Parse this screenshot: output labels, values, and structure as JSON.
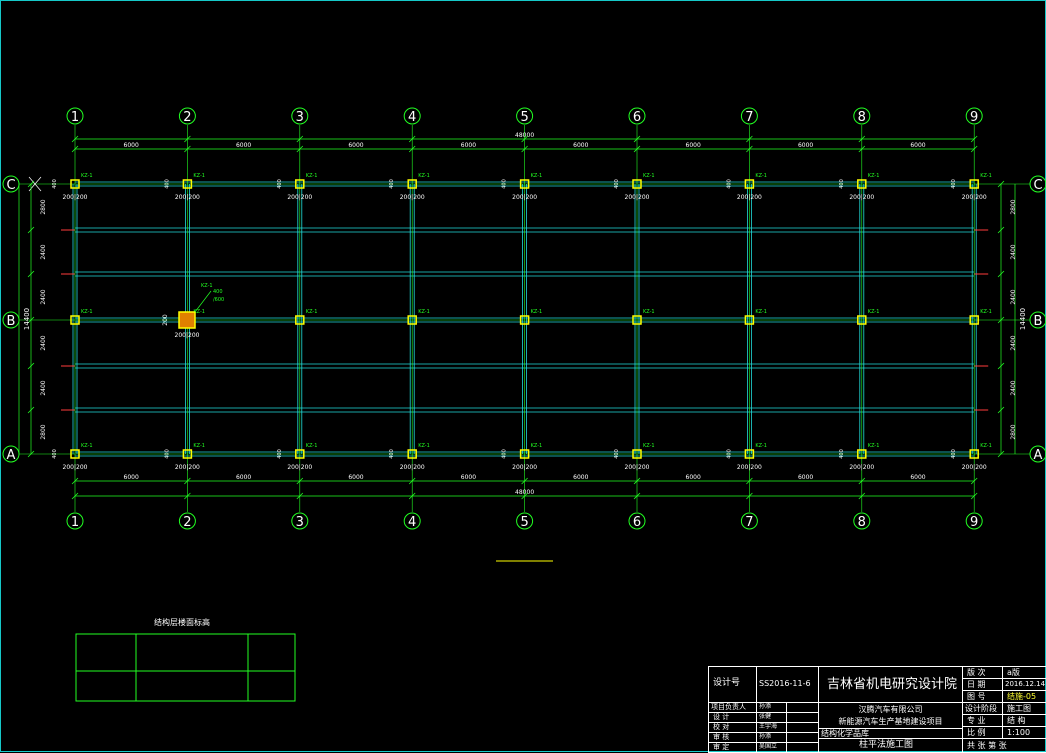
{
  "drawing": {
    "axes_numbers": [
      "1",
      "2",
      "3",
      "4",
      "5",
      "6",
      "7",
      "8",
      "9"
    ],
    "axes_letters": [
      "C",
      "B",
      "A"
    ],
    "spans": [
      "6000",
      "6000",
      "6000",
      "6000",
      "6000",
      "6000",
      "6000",
      "6000"
    ],
    "total_length": "48000",
    "total_depth": "14400",
    "bay_dims_left": [
      "2800",
      "2400",
      "2400",
      "2400",
      "2400",
      "2800"
    ],
    "bay_dims_right": [
      "2800",
      "2400",
      "2400",
      "2400",
      "2400",
      "2800"
    ],
    "column_label": "KZ-1",
    "column_offset_label": "200",
    "col_section_label": "400",
    "detail": {
      "size_v": "200",
      "size_h": "200|200",
      "note1": "KZ-1",
      "note2": "400",
      "note3": "/600"
    },
    "note_table_title": "结构层楼面标高"
  },
  "title_block": {
    "design_no_label": "设计号",
    "design_no": "SS2016-11-6",
    "institute": "吉林省机电研究设计院",
    "version_label": "版 次",
    "version": "a版",
    "date_label": "日 期",
    "date": "2016.12.14",
    "drawing_no_label": "图 号",
    "drawing_no": "结施-05",
    "stage_label": "设计阶段",
    "stage": "施工图",
    "discipline_label": "专 业",
    "discipline": "结 构",
    "scale_label": "比 例",
    "scale": "1:100",
    "sheets_label": "共  张  第  张",
    "roles": [
      "项目负责人",
      "设  计",
      "校  对",
      "审  核",
      "审  定"
    ],
    "signers": [
      "孙添",
      "张健",
      "王宇海",
      "孙添",
      "吴国立"
    ],
    "client": "汉腾汽车有限公司",
    "project": "新能源汽车生产基地建设项目",
    "sub_item": "结构化学品库",
    "drawing_title": "柱平法施工图"
  },
  "colors": {
    "background": "#000000",
    "axis": "#22ff22",
    "grid": "#22dddd",
    "beam": "#ff3b3b",
    "column": "#ffff00",
    "text": "#ffffff"
  }
}
